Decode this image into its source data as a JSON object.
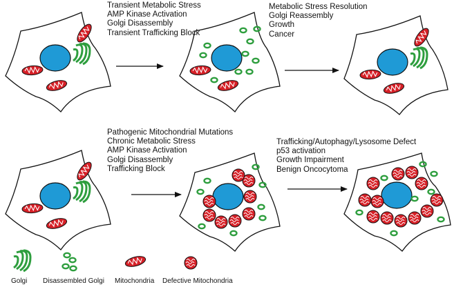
{
  "stages": {
    "top_transition_1": [
      "Transient Metabolic Stress",
      "AMP Kinase Activation",
      "Golgi Disassembly",
      "Transient Trafficking Block"
    ],
    "top_transition_2": [
      "Metabolic Stress Resolution",
      "Golgi Reassembly",
      "Growth",
      "Cancer"
    ],
    "bottom_transition_1": [
      "Pathogenic Mitochondrial Mutations",
      "Chronic Metabolic Stress",
      "AMP Kinase Activation",
      "Golgi Disassembly",
      "Trafficking Block"
    ],
    "bottom_transition_2": [
      "Trafficking/Autophagy/Lysosome Defect",
      "p53 activation",
      "Growth Impairment",
      "Benign Oncocytoma"
    ]
  },
  "legend": {
    "golgi": "Golgi",
    "disassembled_golgi": "Disassembled Golgi",
    "mitochondria": "Mitochondria",
    "defective_mitochondria": "Defective Mitochondria"
  },
  "colors": {
    "nucleus": "#1f9ad6",
    "golgi": "#2e9e3e",
    "mitochondria": "#d62027",
    "outline": "#111111"
  }
}
